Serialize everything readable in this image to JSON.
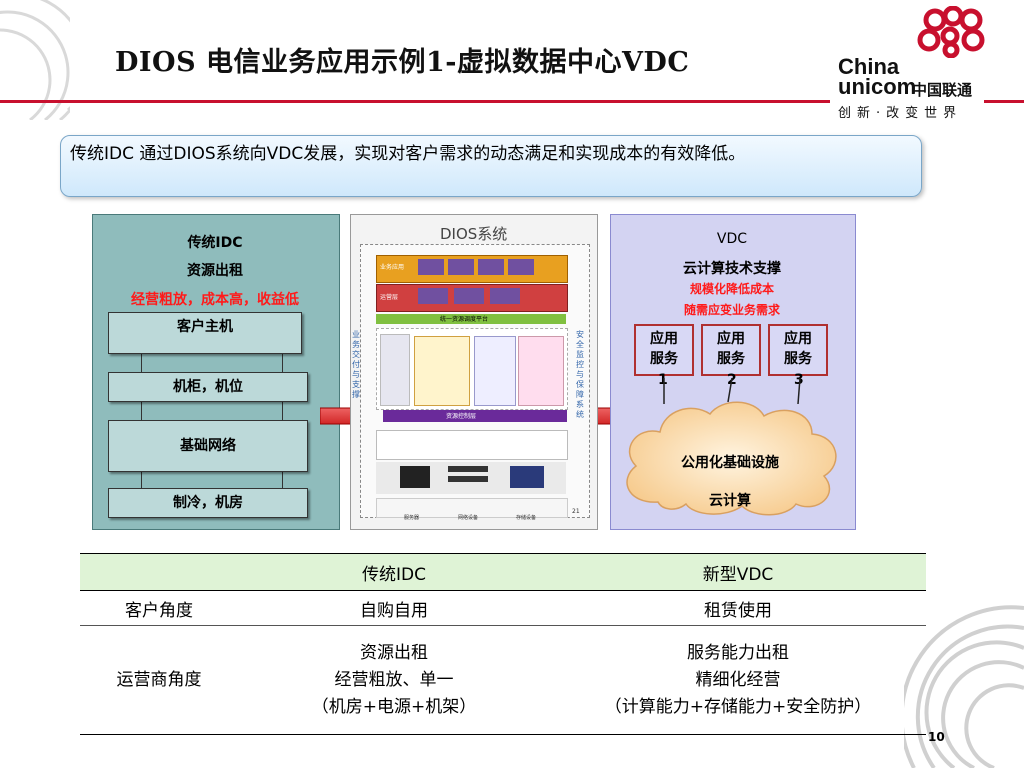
{
  "slide": {
    "title": "DIOS 电信业务应用示例1-虚拟数据中心VDC",
    "page_number": "10"
  },
  "logo": {
    "en_line1": "China",
    "en_line2": "unicom",
    "cn": "中国联通",
    "slogan": "创新·改变世界",
    "brand_color": "#c8102e"
  },
  "callout": {
    "text": "传统IDC 通过DIOS系统向VDC发展，实现对客户需求的动态满足和实现成本的有效降低。"
  },
  "left_panel": {
    "title": "传统IDC",
    "subtitle": "资源出租",
    "note": "经营粗放，成本高，收益低",
    "stack": [
      "客户主机",
      "机柜，机位",
      "基础网络",
      "制冷，机房"
    ]
  },
  "mid_panel": {
    "title": "DIOS系统",
    "bar1": "业务应用",
    "bar2": "运营层",
    "bar_cloud": "统一资源调度平台",
    "bar_purple": "资源控制层",
    "side_left": "业务交付与支撑",
    "side_right": "安全监控与保障系统",
    "bottom_labels": [
      "服务器",
      "网络设备",
      "存储设备"
    ],
    "page": "21"
  },
  "right_panel": {
    "title": "VDC",
    "subtitle": "云计算技术支撑",
    "note1": "规模化降低成本",
    "note2": "随需应变业务需求",
    "services": [
      {
        "line1": "应用",
        "line2": "服务",
        "num": "1"
      },
      {
        "line1": "应用",
        "line2": "服务",
        "num": "2"
      },
      {
        "line1": "应用",
        "line2": "服务",
        "num": "3"
      }
    ],
    "cloud_line1": "公用化基础设施",
    "cloud_line2": "云计算"
  },
  "table": {
    "headers": [
      "",
      "传统IDC",
      "新型VDC"
    ],
    "rows": [
      {
        "label": "客户角度",
        "idc": [
          "自购自用"
        ],
        "vdc": [
          "租赁使用"
        ]
      },
      {
        "label": "运营商角度",
        "idc": [
          "资源出租",
          "经营粗放、单一",
          "（机房+电源+机架）"
        ],
        "vdc": [
          "服务能力出租",
          "精细化经营",
          "（计算能力+存储能力+安全防护）"
        ]
      }
    ]
  }
}
